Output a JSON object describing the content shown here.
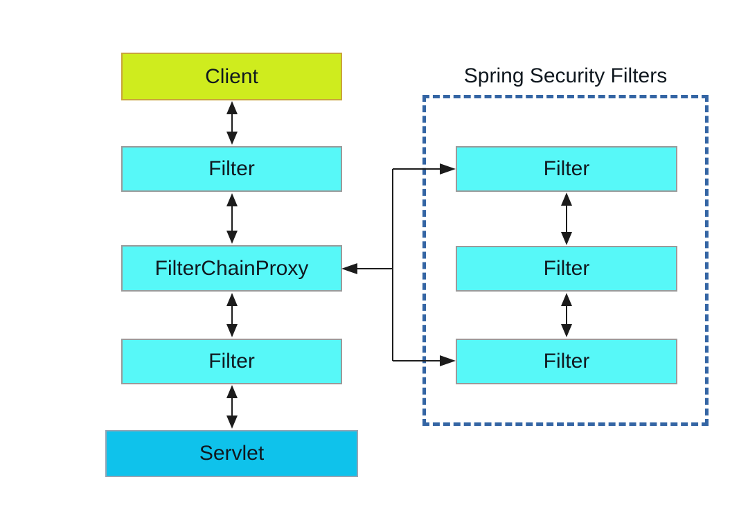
{
  "diagram": {
    "title": "Spring Security Filters",
    "chain": [
      {
        "label": "Client"
      },
      {
        "label": "Filter"
      },
      {
        "label": "FilterChainProxy"
      },
      {
        "label": "Filter"
      },
      {
        "label": "Servlet"
      }
    ],
    "security_group": {
      "title": "Spring Security Filters",
      "filters": [
        {
          "label": "Filter"
        },
        {
          "label": "Filter"
        },
        {
          "label": "Filter"
        }
      ]
    }
  },
  "colors": {
    "client_fill": "#cfec1e",
    "client_border": "#c9a43a",
    "filter_fill": "#57f8f8",
    "filter_border": "#9a9a9a",
    "servlet_fill": "#0fc2eb",
    "servlet_border": "#95a5b5",
    "group_border": "#3465a4",
    "line": "#1c1c1c",
    "text": "#10181f"
  }
}
